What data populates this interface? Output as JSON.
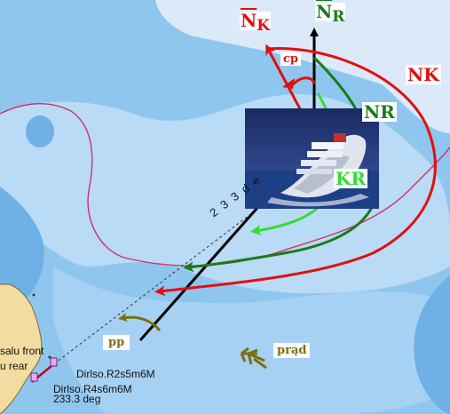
{
  "labels": {
    "n_k_main": "N",
    "n_k_sub": "K",
    "n_r_main": "N",
    "n_r_sub": "R",
    "nk": "NK",
    "nr": "NR",
    "kr": "KR",
    "cp": "cp",
    "pp": "pp",
    "current": "prąd"
  },
  "chart_text": {
    "bearing_line": "2 3 3  d e",
    "light_1": "Dirlso.R2s5m6M",
    "light_2": "Dirlso.R4s6m6M",
    "bearing": "233.3 deg",
    "front": "salu front",
    "rear": "u rear"
  },
  "colors": {
    "true_north": "#000000",
    "magnetic_north": "#1a7a1a",
    "compass_north": "#e01010",
    "course_kr": "#33dd33",
    "drift_pp": "#7a7010",
    "deep_water": "#8fc6ee",
    "mid_water": "#b9dbf5",
    "shallow_water": "#dbe9f8",
    "land": "#f2dc9f",
    "depth_contour": "#d0306a"
  }
}
